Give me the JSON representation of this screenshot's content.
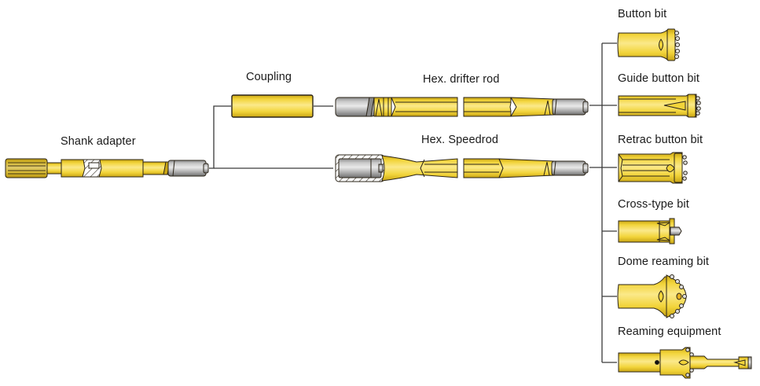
{
  "diagram": {
    "title": "",
    "colors": {
      "steel_yellow": "#f2d43a",
      "steel_yellow_light": "#fbe98a",
      "steel_yellow_dark": "#c9a514",
      "thread_gray": "#a9a9a9",
      "thread_gray_light": "#e4e4e4",
      "outline": "#2b2418",
      "connector": "#3a3a3a"
    },
    "components": {
      "shank_adapter": {
        "label": "Shank adapter"
      },
      "coupling": {
        "label": "Coupling"
      },
      "hex_drifter_rod": {
        "label": "Hex. drifter rod"
      },
      "hex_speedrod": {
        "label": "Hex. Speedrod"
      }
    },
    "bits": [
      {
        "id": "button-bit",
        "label": "Button bit"
      },
      {
        "id": "guide-button-bit",
        "label": "Guide button bit"
      },
      {
        "id": "retrac-button-bit",
        "label": "Retrac button bit"
      },
      {
        "id": "cross-type-bit",
        "label": "Cross-type bit"
      },
      {
        "id": "dome-reaming-bit",
        "label": "Dome reaming bit"
      },
      {
        "id": "reaming-equipment",
        "label": "Reaming equipment"
      }
    ]
  }
}
